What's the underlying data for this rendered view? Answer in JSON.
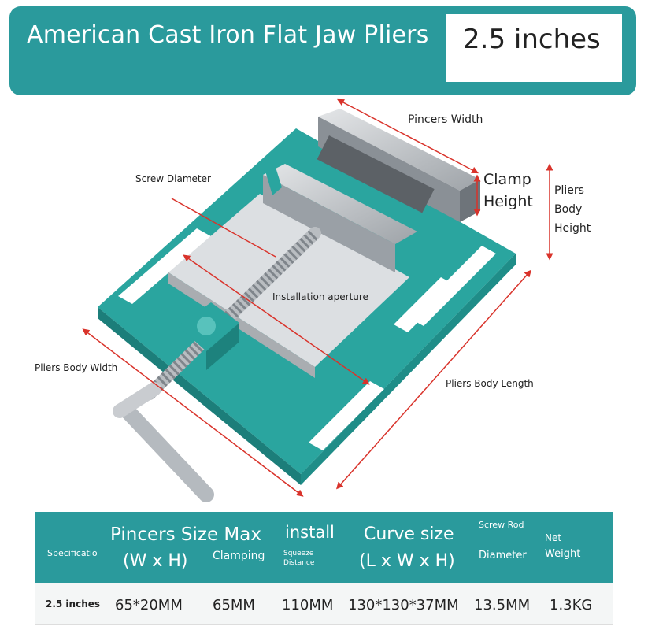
{
  "banner": {
    "title": "American Cast Iron Flat Jaw Pliers",
    "size": "2.5 inches"
  },
  "diagram": {
    "labels": {
      "pincers_width": "Pincers Width",
      "screw_diameter": "Screw Diameter",
      "clamp": "Clamp",
      "height": "Height",
      "pliers": "Pliers",
      "body": "Body",
      "body_height": "Height",
      "installation_aperture": "Installation aperture",
      "pliers_body_width": "Pliers Body Width",
      "pliers_body_length": "Pliers Body Length"
    },
    "colors": {
      "body": "#2aa59f",
      "arrow": "#d9332b",
      "steel": "#c9ccd0"
    }
  },
  "spec_table": {
    "headers": {
      "specification": "Specificatio",
      "pincers_size": "Pincers Size Max",
      "pincers_size_unit": "(W x H)",
      "clamping": "Clamping",
      "install": "install",
      "squeeze": "Squeeze",
      "distance": "Distance",
      "curve_size": "Curve size",
      "curve_unit": "(L x W x H)",
      "screw_rod": "Screw Rod",
      "diameter": "Diameter",
      "net": "Net",
      "weight": "Weight"
    },
    "row": {
      "spec": "2.5 inches",
      "pincers_size": "65*20MM",
      "clamping": "65MM",
      "install": "110MM",
      "curve_size": "130*130*37MM",
      "screw_rod": "13.5MM",
      "net_weight": "1.3KG"
    }
  }
}
